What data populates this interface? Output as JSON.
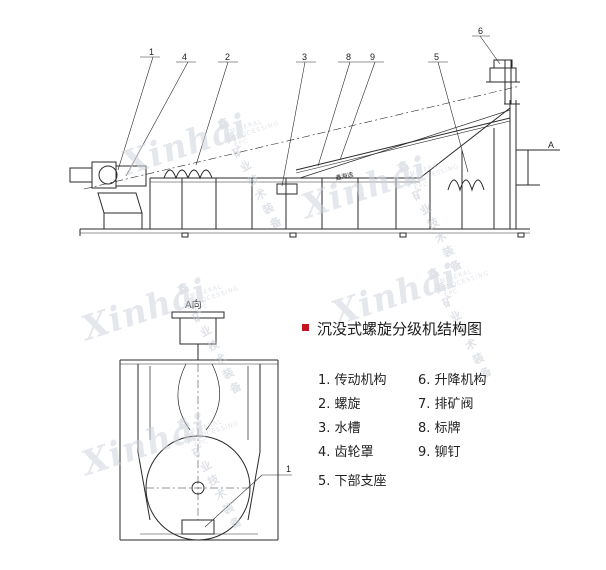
{
  "drawing": {
    "view_label": "A向",
    "direction_mark": "A",
    "leader_numbers": [
      "1",
      "4",
      "2",
      "3",
      "8",
      "9",
      "5",
      "6"
    ],
    "section_leader": "1",
    "nameplate_text": "鑫海选"
  },
  "legend": {
    "title": "沉没式螺旋分级机结构图",
    "items_left": [
      "1. 传动机构",
      "2. 螺旋",
      "3. 水槽",
      "4. 齿轮罩",
      "5. 下部支座"
    ],
    "items_right": [
      "6. 升降机构",
      "7. 排矿阀",
      "8. 标牌",
      "9. 铆钉"
    ]
  },
  "watermark": {
    "brand": "Xinhai",
    "cn": "鑫海矿业技术装备",
    "en": "MINERAL PROCESSING EPC"
  },
  "colors": {
    "bullet": "#c4141e",
    "line": "#2a2a2a"
  }
}
